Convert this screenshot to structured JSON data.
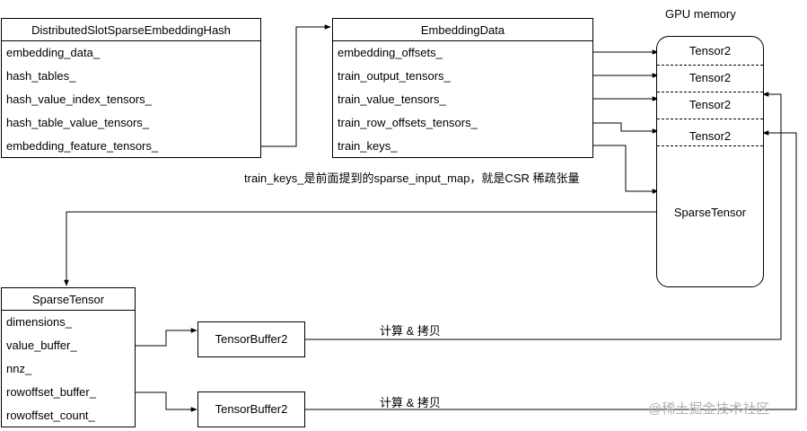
{
  "hash_box": {
    "title": "DistributedSlotSparseEmbeddingHash",
    "fields": [
      "embedding_data_",
      "hash_tables_",
      "hash_value_index_tensors_",
      "hash_table_value_tensors_",
      "embedding_feature_tensors_"
    ]
  },
  "embedding_box": {
    "title": "EmbeddingData",
    "fields": [
      "embedding_offsets_",
      "train_output_tensors_",
      "train_value_tensors_",
      "train_row_offsets_tensors_",
      "train_keys_"
    ]
  },
  "gpu": {
    "label": "GPU memory",
    "tensors": [
      "Tensor2",
      "Tensor2",
      "Tensor2",
      "Tensor2"
    ],
    "sparse_label": "SparseTensor"
  },
  "note": "train_keys_是前面提到的sparse_input_map，就是CSR 稀疏张量",
  "sparse_box": {
    "title": "SparseTensor",
    "fields": [
      "dimensions_",
      "value_buffer_",
      "nnz_",
      "rowoffset_buffer_",
      "rowoffset_count_"
    ]
  },
  "buffers": [
    "TensorBuffer2",
    "TensorBuffer2"
  ],
  "compute_labels": [
    "计算 & 拷贝",
    "计算 & 拷贝"
  ],
  "watermark": "@稀土掘金技术社区"
}
